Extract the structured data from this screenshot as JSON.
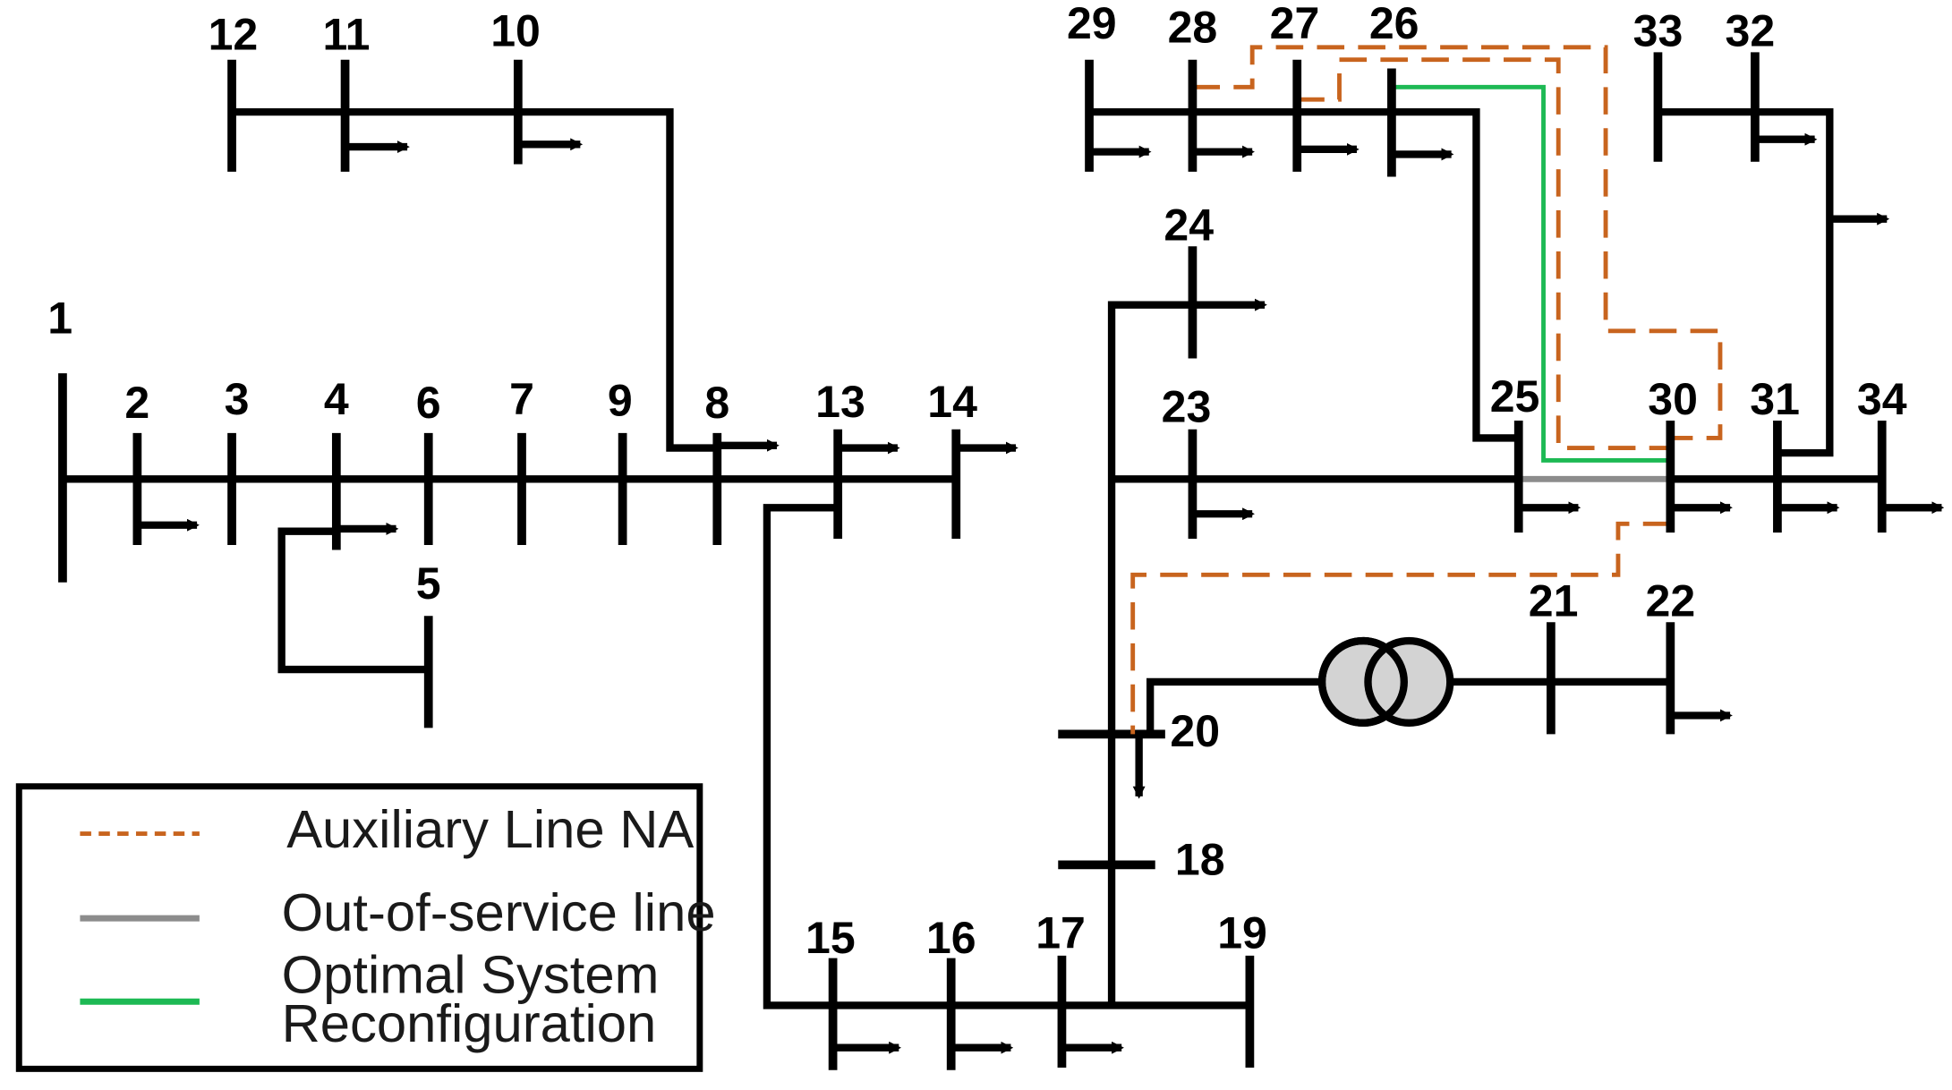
{
  "buses": [
    {
      "id": "bus-1",
      "label": "1"
    },
    {
      "id": "bus-2",
      "label": "2"
    },
    {
      "id": "bus-3",
      "label": "3"
    },
    {
      "id": "bus-4",
      "label": "4"
    },
    {
      "id": "bus-5",
      "label": "5"
    },
    {
      "id": "bus-6",
      "label": "6"
    },
    {
      "id": "bus-7",
      "label": "7"
    },
    {
      "id": "bus-8",
      "label": "8"
    },
    {
      "id": "bus-9",
      "label": "9"
    },
    {
      "id": "bus-10",
      "label": "10"
    },
    {
      "id": "bus-11",
      "label": "11"
    },
    {
      "id": "bus-12",
      "label": "12"
    },
    {
      "id": "bus-13",
      "label": "13"
    },
    {
      "id": "bus-14",
      "label": "14"
    },
    {
      "id": "bus-15",
      "label": "15"
    },
    {
      "id": "bus-16",
      "label": "16"
    },
    {
      "id": "bus-17",
      "label": "17"
    },
    {
      "id": "bus-18",
      "label": "18"
    },
    {
      "id": "bus-19",
      "label": "19"
    },
    {
      "id": "bus-20",
      "label": "20"
    },
    {
      "id": "bus-21",
      "label": "21"
    },
    {
      "id": "bus-22",
      "label": "22"
    },
    {
      "id": "bus-23",
      "label": "23"
    },
    {
      "id": "bus-24",
      "label": "24"
    },
    {
      "id": "bus-25",
      "label": "25"
    },
    {
      "id": "bus-26",
      "label": "26"
    },
    {
      "id": "bus-27",
      "label": "27"
    },
    {
      "id": "bus-28",
      "label": "28"
    },
    {
      "id": "bus-29",
      "label": "29"
    },
    {
      "id": "bus-30",
      "label": "30"
    },
    {
      "id": "bus-31",
      "label": "31"
    },
    {
      "id": "bus-32",
      "label": "32"
    },
    {
      "id": "bus-33",
      "label": "33"
    },
    {
      "id": "bus-34",
      "label": "34"
    }
  ],
  "legend": {
    "items": [
      {
        "label": "Auxiliary Line NA",
        "color": "#c8641e",
        "style": "dashed"
      },
      {
        "label": "Out-of-service line",
        "color": "#8c8c8c",
        "style": "solid"
      },
      {
        "label": "Optimal System",
        "label_line2": "Reconfiguration",
        "color": "#1db954",
        "style": "solid"
      }
    ]
  },
  "colors": {
    "line": "#000000",
    "transformer_fill": "#d3d3d3",
    "auxiliary": "#c8641e",
    "out_of_service": "#8c8c8c",
    "optimal": "#1db954"
  }
}
